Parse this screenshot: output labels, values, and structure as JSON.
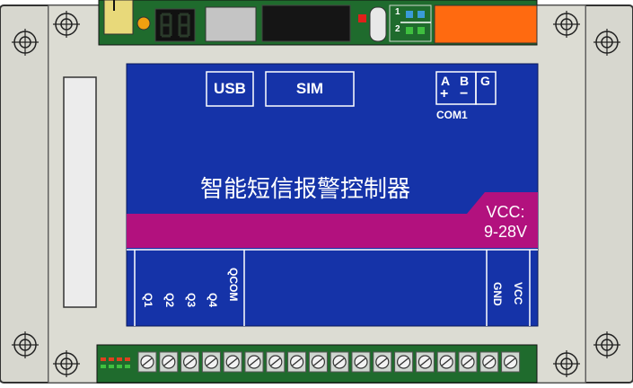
{
  "colors": {
    "board_green": "#1f6b2d",
    "panel_blue": "#1533a8",
    "band_magenta": "#b2117e",
    "enclosure_gray": "#d7d7cf",
    "orange_connector": "#ff6a10"
  },
  "device": {
    "title": "智能短信报警控制器",
    "usb_label": "USB",
    "sim_label": "SIM",
    "com_a": "A",
    "com_b": "B",
    "com_g": "G",
    "com_plus": "+",
    "com_minus": "−",
    "com_name": "COM1",
    "vcc_line1": "VCC:",
    "vcc_line2": "9-28V",
    "led_pin1": "1",
    "led_pin2": "2",
    "outputs": [
      "Q1",
      "Q2",
      "Q3",
      "Q4",
      "QCOM"
    ],
    "power_pins": [
      "GND",
      "VCC"
    ]
  }
}
